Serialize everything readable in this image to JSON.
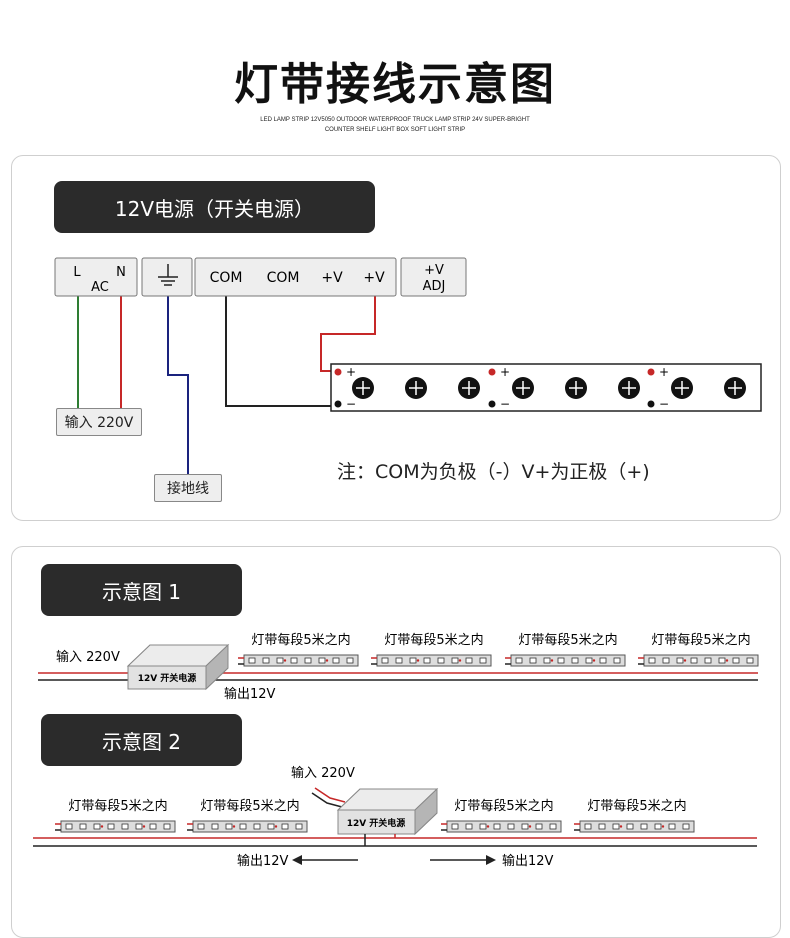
{
  "header": {
    "title": "灯带接线示意图",
    "subtitle_line1": "LED LAMP STRIP 12V5050 OUTDOOR WATERPROOF TRUCK LAMP STRIP 24V SUPER-BRIGHT",
    "subtitle_line2": "COUNTER SHELF LIGHT BOX SOFT LIGHT STRIP"
  },
  "wiring": {
    "section_label": "12V电源（开关电源）",
    "terminals": {
      "l": "L",
      "n": "N",
      "ac": "AC",
      "com1": "COM",
      "com2": "COM",
      "v1": "+V",
      "v2": "+V",
      "adj_top": "+V",
      "adj_bottom": "ADJ"
    },
    "input_label": "输入 220V",
    "ground_label": "接地线",
    "strip_plus": "+",
    "strip_minus": "−",
    "note": "注：COM为负极（-）V+为正极（+)",
    "colors": {
      "live": "#c62828",
      "neutral": "#2e7d32",
      "ground": "#1a237e",
      "positive": "#c62828",
      "negative": "#222222"
    }
  },
  "diagram1": {
    "label": "示意图 1",
    "input": "输入 220V",
    "psu_text": "12V 开关电源",
    "output": "输出12V",
    "segment_label": "灯带每段5米之内"
  },
  "diagram2": {
    "label": "示意图 2",
    "input": "输入 220V",
    "psu_text": "12V 开关电源",
    "output_left": "输出12V",
    "output_right": "输出12V",
    "segment_label": "灯带每段5米之内"
  }
}
